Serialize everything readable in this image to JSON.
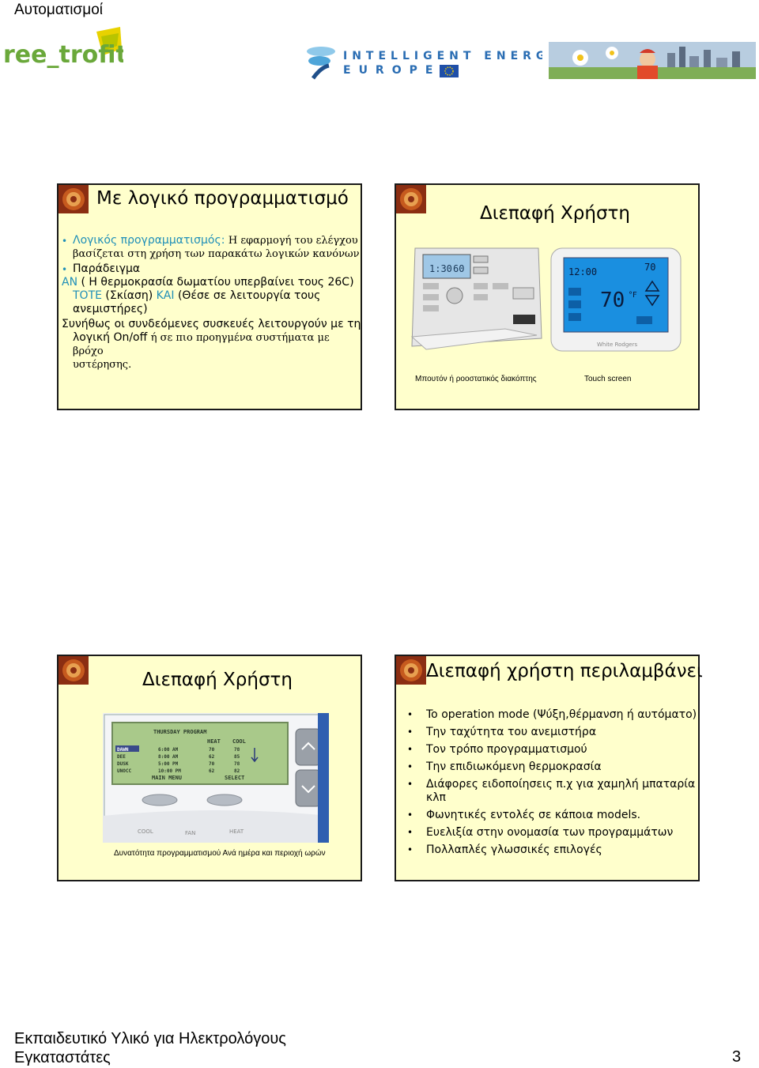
{
  "header": {
    "category": "Αυτοματισμοί",
    "logo_text": "ree_trofit",
    "program_top": "INTELLIGENT ENERGY",
    "program_bottom": "EUROPE"
  },
  "slides": {
    "s1": {
      "title": "Με λογικό προγραμματισμό",
      "b1_label": "Λογικός προγραμματισμός:",
      "b1_rest1": "Η εφαρμογή του ελέγχου",
      "b1_rest2": "βασίζεται στη χρήση των παρακάτω λογικών κανόνων",
      "b2": "Παράδειγμα",
      "an": "ΑΝ",
      "cond1": " ( Η θερμοκρασία δωματίου υπερβαίνει τους 26C)",
      "tote": "ΤΟΤΕ",
      "tote_rest": " (Σκίαση) ",
      "kai": "ΚΑΙ",
      "kai_rest": " (Θέσε σε λειτουργία τους",
      "kai_rest2": "ανεμιστήρες)",
      "usually1": "Συνήθως οι συνδεόμενες συσκευές λειτουργούν με τη",
      "usually2a": "λογική On/off ",
      "usually2b": "ή σε πιο προηγμένα συστήματα με βρόχο",
      "usually3": "υστέρησης."
    },
    "s2": {
      "title": "Διεπαφή Χρήστη",
      "caption_left": "Μπουτόν ή ροοστατικός διακόπτης",
      "caption_right": "Touch screen",
      "display_left_time": "1:30",
      "display_left_temp": "60",
      "display_right_time": "12:00",
      "display_right_temp": "70",
      "display_right_unit": "°F",
      "display_right_setat": "70",
      "brand": "White Rodgers"
    },
    "s3": {
      "title": "Διεπαφή Χρήστη",
      "caption": "Δυνατότητα προγραμματισμού Ανά ημέρα και περιοχή ωρών",
      "lcd_header": "THURSDAY PROGRAM",
      "col_heat": "HEAT",
      "col_cool": "COOL",
      "rows": [
        {
          "name": "DAWN",
          "time": "6:00 AM",
          "heat": "70",
          "cool": "78"
        },
        {
          "name": "DEE",
          "time": "8:00 AM",
          "heat": "62",
          "cool": "85"
        },
        {
          "name": "DUSK",
          "time": "5:00 PM",
          "heat": "70",
          "cool": "78"
        },
        {
          "name": "UNOCC",
          "time": "10:00 PM",
          "heat": "62",
          "cool": "82"
        }
      ],
      "main_menu": "MAIN MENU",
      "select": "SELECT",
      "btn_cool": "COOL",
      "btn_fan": "FAN",
      "btn_heat": "HEAT"
    },
    "s4": {
      "title": "Διεπαφή χρήστη περιλαμβάνει",
      "items": [
        "To operation mode (Ψύξη,θέρμανση ή αυτόματο)",
        "Την ταχύτητα του ανεμιστήρα",
        "Τον τρόπο προγραμματισμού",
        "Την επιδιωκόμενη θερμοκρασία",
        "Διάφορες ειδοποίησεις π.χ για χαμηλή μπαταρία κλπ",
        "Φωνητικές εντολές σε κάποια models.",
        "Ευελιξία στην ονομασία των προγραμμάτων",
        "Πολλαπλές γλωσσικές επιλογές"
      ]
    }
  },
  "footer": {
    "line1": "Εκπαιδευτικό Υλικό για Ηλεκτρολόγους",
    "line2": "Εγκαταστάτες",
    "page": "3"
  },
  "colors": {
    "slide_bg": "#ffffcc",
    "accent_cyan": "#1f8fb8",
    "logo_green": "#6aa83a",
    "logo_yellow": "#e8d200",
    "ie_blue": "#2a6db3"
  }
}
